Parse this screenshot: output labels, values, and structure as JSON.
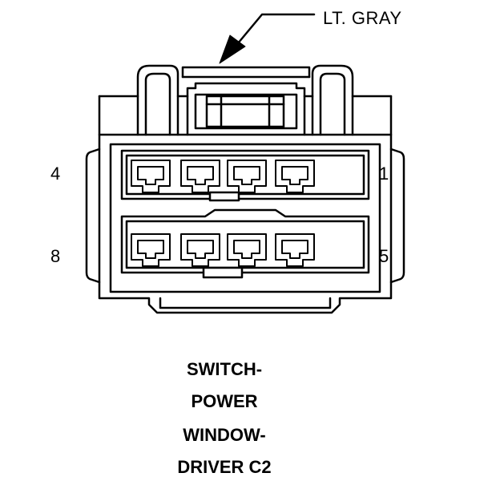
{
  "color_label": "LT. GRAY",
  "pin_labels": {
    "top_left": "4",
    "top_right": "1",
    "bottom_left": "8",
    "bottom_right": "5"
  },
  "caption": [
    "SWITCH-",
    "POWER",
    "WINDOW-",
    "DRIVER C2"
  ],
  "colors": {
    "line": "#000000",
    "background": "#ffffff"
  },
  "icons": [
    "connector-body-drawing",
    "arrow-pointer-icon"
  ]
}
